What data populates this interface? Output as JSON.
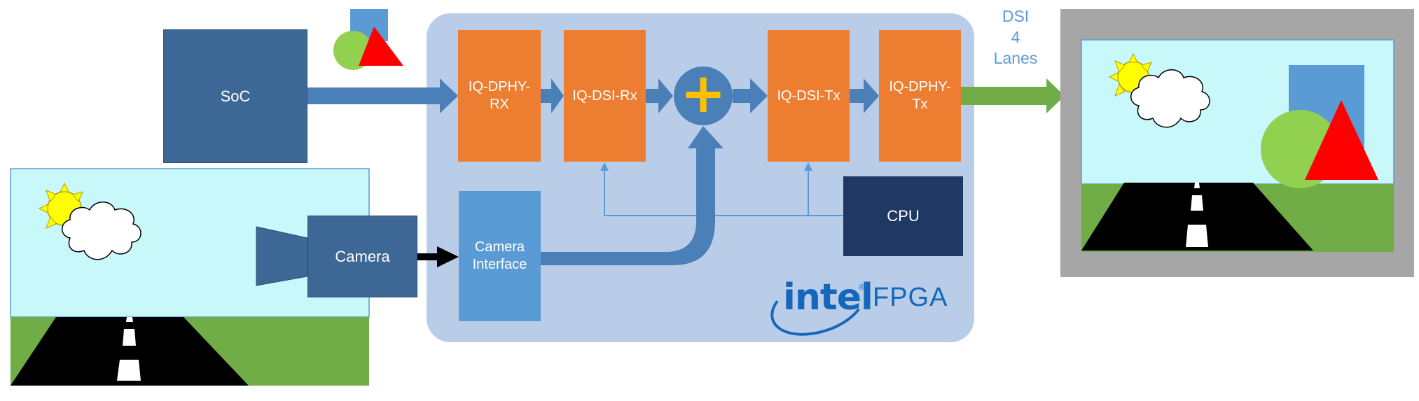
{
  "diagram": {
    "soc": {
      "label": "SoC"
    },
    "iq_dphy_rx": {
      "label": "IQ-DPHY-\nRX"
    },
    "iq_dsi_rx": {
      "label": "IQ-DSI-Rx"
    },
    "mixer": {
      "symbol": "+"
    },
    "iq_dsi_tx": {
      "label": "IQ-DSI-Tx"
    },
    "iq_dphy_tx": {
      "label": "IQ-DPHY-\nTx"
    },
    "cpu": {
      "label": "CPU"
    },
    "camera_interface": {
      "label": "Camera\nInterface"
    },
    "camera": {
      "label": "Camera"
    },
    "output_link": {
      "label": "DSI\n4\nLanes"
    },
    "branding": {
      "logo_word": "intel",
      "logo_mark": "®",
      "product": "FPGA"
    }
  },
  "colors": {
    "fpga_panel": "#b9cde8",
    "processing_block": "#ed7d31",
    "soc_block": "#3d6794",
    "cpu_block": "#203864",
    "camera_interface_block": "#5b9bd5",
    "data_arrow": "#4a7fb7",
    "output_arrow": "#70ad47",
    "mixer_symbol": "#ffc000",
    "sky": "#c9f8fb",
    "grass": "#70ad47",
    "road": "#000000",
    "intel_blue": "#1467bb"
  },
  "icons": [
    "sun-icon",
    "cloud-icon",
    "road-icon",
    "shapes-overlay-icon",
    "camera-lens-icon",
    "plus-icon",
    "intel-logo"
  ]
}
